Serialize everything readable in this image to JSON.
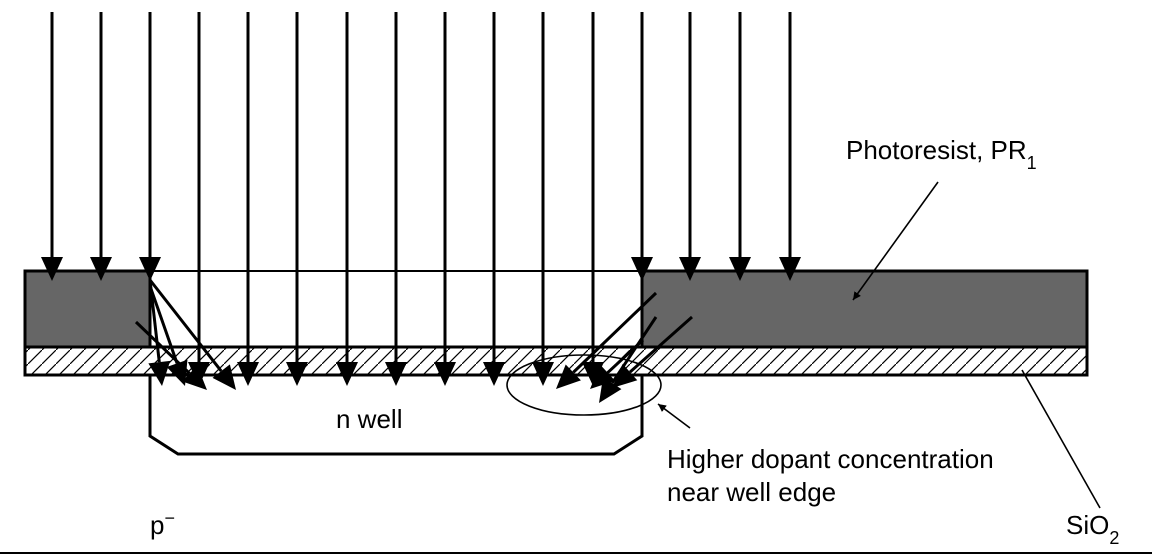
{
  "labels": {
    "photoresist": "Photoresist, PR",
    "photoresist_sub": "1",
    "n_well": "n well",
    "higher_dopant_line1": "Higher dopant concentration",
    "higher_dopant_line2": "near well edge",
    "p_minus": "p",
    "p_minus_sup": "−",
    "sio2": "SiO",
    "sio2_sub": "2"
  },
  "colors": {
    "photoresist_fill": "#666666",
    "line": "#000000",
    "background": "#ffffff"
  }
}
